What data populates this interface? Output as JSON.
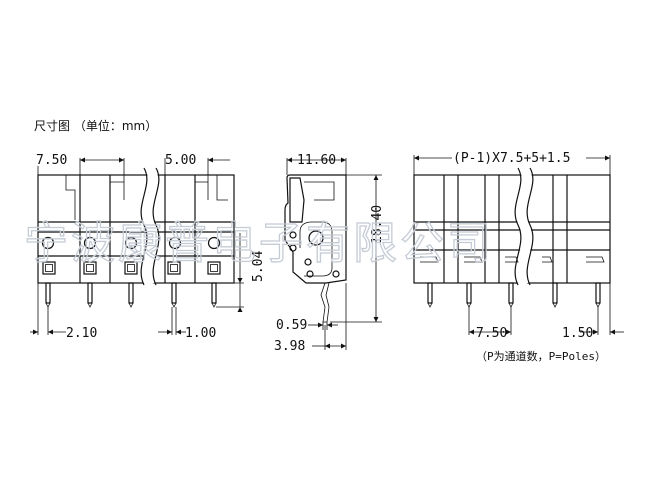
{
  "caption": "尺寸图 （单位：mm）",
  "watermark": "宁波康普电子有限公司",
  "dimensions": {
    "pitch_top": "7.50",
    "pitch_top2": "5.00",
    "pin_offset": "2.10",
    "pin_width": "1.00",
    "pin_height": "5.04",
    "side_width": "11.60",
    "side_height": "18.40",
    "side_pin_thick": "0.59",
    "side_pin_offset": "3.98",
    "total_width": "(P-1)X7.5+5+1.5",
    "front_pitch": "7.50",
    "front_edge": "1.50"
  },
  "note": "（P为通道数，P=Poles）"
}
